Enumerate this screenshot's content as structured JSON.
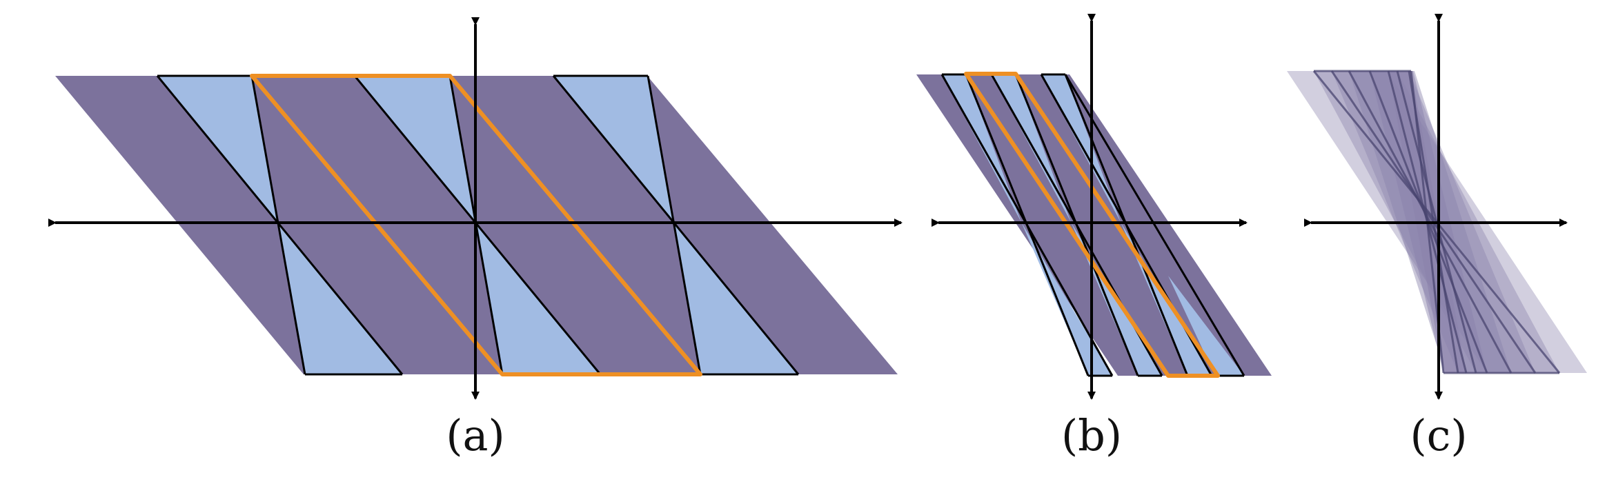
{
  "colors": {
    "band": "#7c729c",
    "triangle": "#a1bbe3",
    "cell_outline": "#ee9024",
    "overlay": "#8a82ab",
    "axes": "#000000"
  },
  "panels": [
    {
      "id": "a",
      "caption": "(a)"
    },
    {
      "id": "b",
      "caption": "(b)"
    },
    {
      "id": "c",
      "caption": "(c)"
    }
  ]
}
